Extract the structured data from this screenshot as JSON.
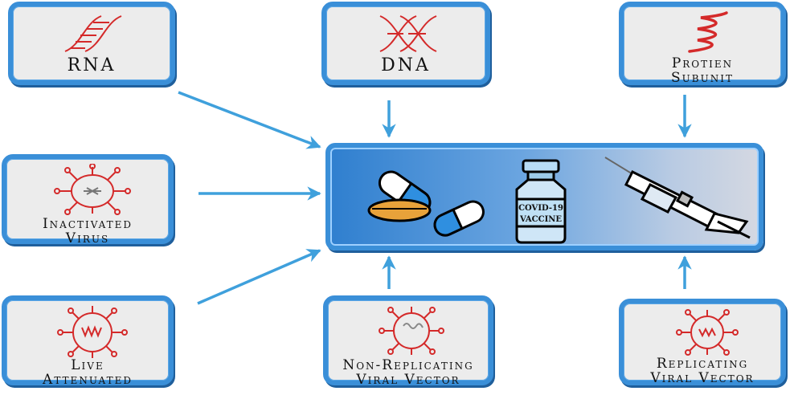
{
  "nodes": {
    "rna": {
      "label": "RNA"
    },
    "dna": {
      "label": "DNA"
    },
    "protein": {
      "line1": "Protien",
      "line2": "Subunit"
    },
    "inactivated": {
      "line1": "Inactivated",
      "line2": "Virus"
    },
    "live": {
      "line1": "Live",
      "line2": "Attenuated"
    },
    "nonrep": {
      "line1": "Non-Replicating",
      "line2": "Viral Vector"
    },
    "rep": {
      "line1": "Replicating",
      "line2": "Viral Vector"
    }
  },
  "center": {
    "vial_text_1": "COVID-19",
    "vial_text_2": "VACCINE"
  },
  "colors": {
    "box_border": "#3a8fd8",
    "arrow": "#3fa0dc",
    "icon_red": "#d42a2a"
  },
  "icons": [
    "dna-helix-icon",
    "virus-icon",
    "pills-icon",
    "vaccine-vial-icon",
    "syringe-icon"
  ]
}
